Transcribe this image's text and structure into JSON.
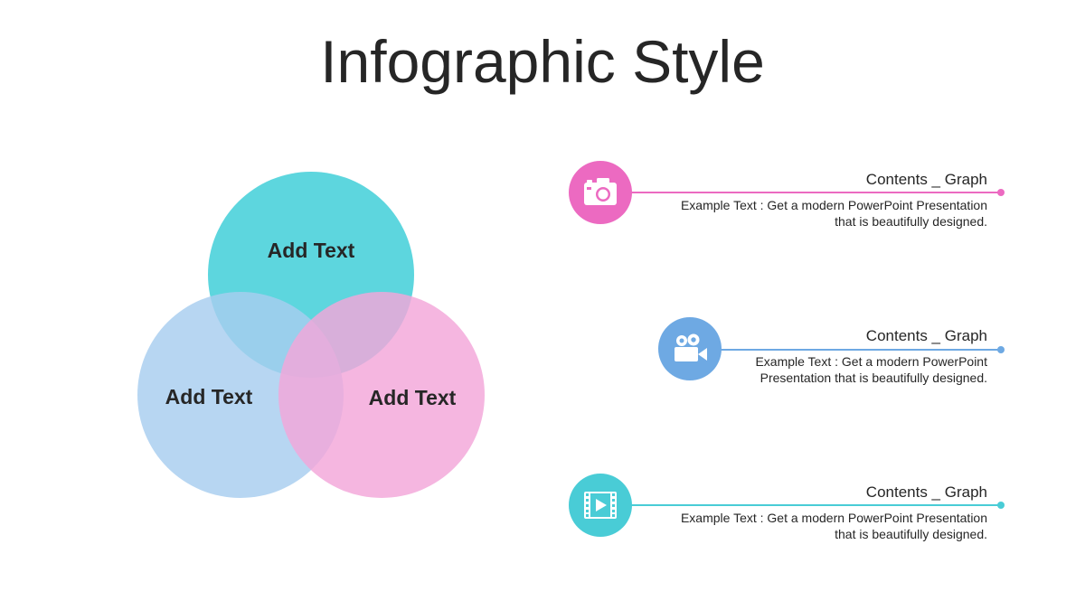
{
  "title": "Infographic Style",
  "colors": {
    "teal": "#4fd2db",
    "blue": "#a7cdef",
    "pink": "#f3a6d9",
    "icon_pink": "#ec6ac1",
    "icon_blue": "#6ea9e3",
    "icon_teal": "#49ccd6"
  },
  "venn": {
    "sets": [
      {
        "label": "Add Text",
        "color": "#4fd2db"
      },
      {
        "label": "Add Text",
        "color": "#a7cdef"
      },
      {
        "label": "Add Text",
        "color": "#f3a6d9"
      }
    ]
  },
  "items": [
    {
      "icon": "camera-icon",
      "title": "Contents _ Graph",
      "desc_line1": "Example Text : Get a modern PowerPoint  Presentation",
      "desc_line2": "that is beautifully designed."
    },
    {
      "icon": "video-camera-icon",
      "title": "Contents _ Graph",
      "desc_line1": "Example Text : Get a modern PowerPoint",
      "desc_line2": "Presentation that is beautifully designed."
    },
    {
      "icon": "film-play-icon",
      "title": "Contents _ Graph",
      "desc_line1": "Example Text : Get a modern PowerPoint  Presentation",
      "desc_line2": "that is beautifully designed."
    }
  ]
}
